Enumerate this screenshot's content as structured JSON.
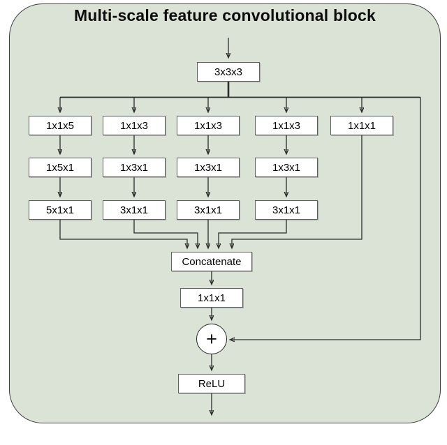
{
  "title": "Multi-scale feature convolutional block",
  "colors": {
    "panel_background": "#dbe3d6",
    "panel_border": "#3f3f3f",
    "box_fill": "#ffffff",
    "box_border": "#5f5f5f",
    "wire": "#2b2b2b",
    "text": "#000000"
  },
  "diagram": {
    "input_box": "3x3x3",
    "branches": [
      {
        "layers": [
          "1x1x5",
          "1x5x1",
          "5x1x1"
        ]
      },
      {
        "layers": [
          "1x1x3",
          "1x3x1",
          "3x1x1"
        ]
      },
      {
        "layers": [
          "1x1x3",
          "1x3x1",
          "3x1x1"
        ]
      },
      {
        "layers": [
          "1x1x3",
          "1x3x1",
          "3x1x1"
        ]
      },
      {
        "layers": [
          "1x1x1"
        ]
      }
    ],
    "concatenate_label": "Concatenate",
    "projection_box": "1x1x1",
    "add_symbol": "+",
    "activation_label": "ReLU"
  }
}
